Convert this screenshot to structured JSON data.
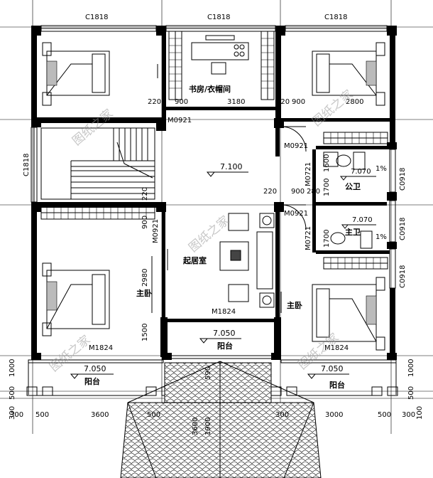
{
  "rooms": {
    "study": "书房/衣帽间",
    "living": "起居室",
    "master_left": "主卧",
    "master_right": "主卧",
    "wc_public": "公卫",
    "wc_master": "主卫",
    "balcony_center": "阳台",
    "balcony_left": "阳台",
    "balcony_right": "阳台"
  },
  "levels": {
    "center": "7.100",
    "balcony_center": "7.050",
    "balcony_left": "7.050",
    "balcony_right": "7.050",
    "wc_public": "7.070",
    "wc_master": "7.070"
  },
  "slopes": {
    "s1": "1%",
    "s2": "1%"
  },
  "windows": {
    "top_left": "C1818",
    "top_center": "C1818",
    "top_right": "C1818",
    "left_mid": "C1818",
    "right_1": "C0918",
    "right_2": "C0918",
    "right_3": "C0918"
  },
  "doors": {
    "d1": "M0921",
    "d2": "M0921",
    "d3": "M0921",
    "d4": "M0921",
    "d5": "M0721",
    "d6": "M0721",
    "m1824_living": "M1824",
    "m1824_left": "M1824",
    "m1824_right": "M1824"
  },
  "dims": {
    "a": "220",
    "b": "900",
    "c": "3180",
    "d": "220",
    "e": "900",
    "f": "2800",
    "g": "220",
    "h": "900",
    "i": "280",
    "j": "1600",
    "k": "1700",
    "l": "1700",
    "m": "220",
    "n": "900",
    "o": "2980",
    "p": "1500",
    "q": "1000",
    "r": "1000",
    "s": "500",
    "t": "500",
    "u": "300",
    "v": "300",
    "w": "500",
    "x": "3600",
    "y": "500",
    "z": "3000",
    "aa": "500",
    "ab": "300",
    "ac": "100",
    "ad": "590",
    "ae": "3600",
    "af": "1900",
    "ag": "300"
  },
  "watermark": "图纸之家"
}
